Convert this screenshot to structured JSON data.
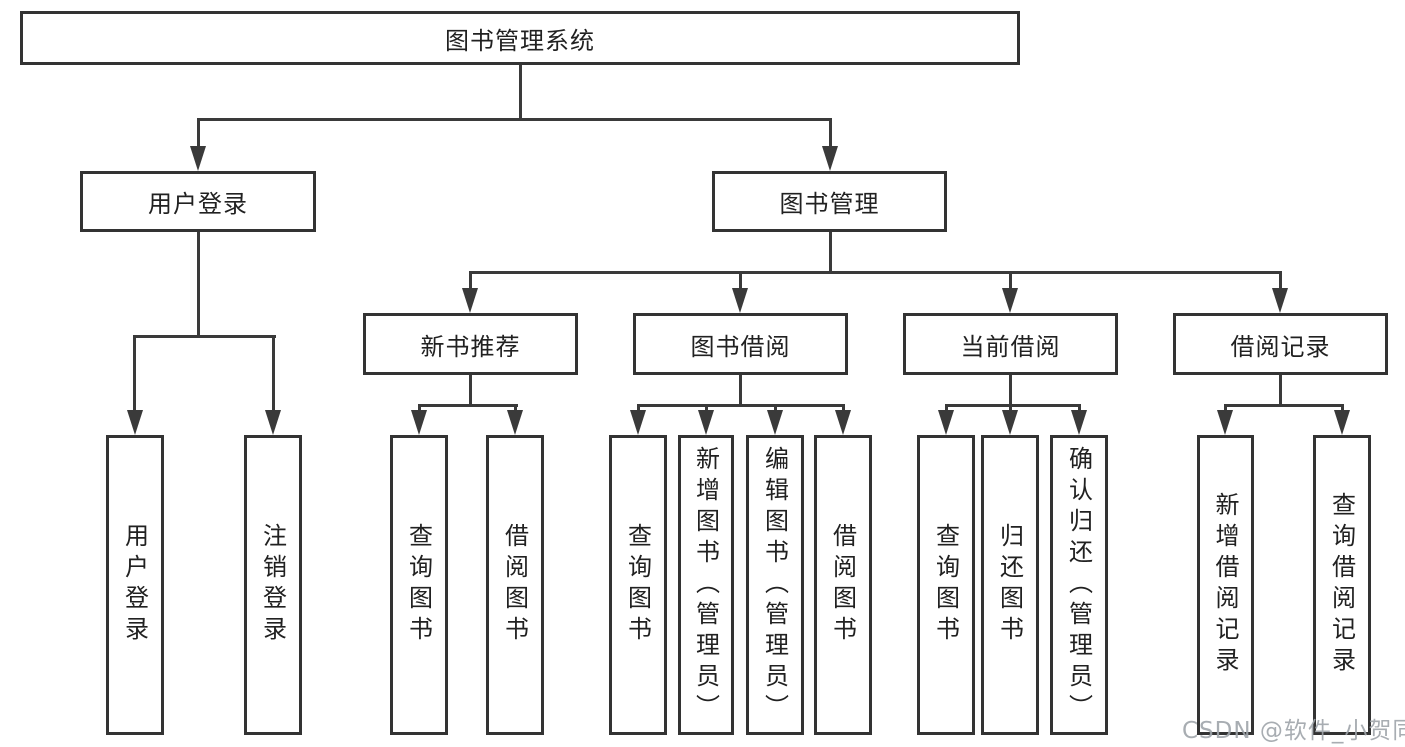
{
  "tree": {
    "root": {
      "label": "图书管理系统"
    },
    "branches": [
      {
        "label": "用户登录",
        "leaves": [
          "用户登录",
          "注销登录"
        ]
      },
      {
        "label": "图书管理",
        "sections": [
          {
            "label": "新书推荐",
            "leaves": [
              "查询图书",
              "借阅图书"
            ]
          },
          {
            "label": "图书借阅",
            "leaves": [
              "查询图书",
              "新增图书（管理员）",
              "编辑图书（管理员）",
              "借阅图书"
            ]
          },
          {
            "label": "当前借阅",
            "leaves": [
              "查询图书",
              "归还图书",
              "确认归还（管理员）"
            ]
          },
          {
            "label": "借阅记录",
            "leaves": [
              "新增借阅记录",
              "查询借阅记录"
            ]
          }
        ]
      }
    ]
  },
  "watermark": {
    "text": "CSDN @软件_小贺同学"
  },
  "colors": {
    "line": "#3a3a3a",
    "box_border": "#333333",
    "box_fill": "#ffffff",
    "text": "#212121",
    "watermark": "#9ea4aa"
  }
}
